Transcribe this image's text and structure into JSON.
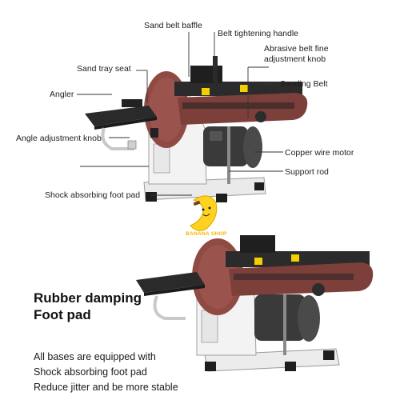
{
  "callouts": {
    "sand_belt_baffle": "Sand belt baffle",
    "belt_tightening_handle": "Belt tightening handle",
    "abrasive_knob_line1": "Abrasive belt fine",
    "abrasive_knob_line2": "adjustment knob",
    "sand_tray_seat": "Sand tray seat",
    "sanding_belt": "Sanding Belt",
    "angler": "Angler",
    "angle_adjustment_knob": "Angle adjustment knob",
    "copper_wire_motor": "Copper wire motor",
    "support_rod": "Support rod",
    "shock_absorbing_foot_pad": "Shock absorbing foot pad"
  },
  "watermark": "BANANA SHOP",
  "feature": {
    "title_line1": "Rubber damping",
    "title_line2": "Foot pad",
    "description_lines": [
      "All bases are equipped with",
      "Shock absorbing foot pad",
      "Reduce jitter and be more stable"
    ]
  },
  "colors": {
    "disc": "#8f4a44",
    "belt": "#7d3f3a",
    "frame": "#2b2b2b",
    "body": "#f2f2f2",
    "motor": "#3a3a3a",
    "warning_label": "#f5d000",
    "mascot": "#ffd21f"
  },
  "icons": {
    "mascot": "banana-mascot-icon"
  }
}
